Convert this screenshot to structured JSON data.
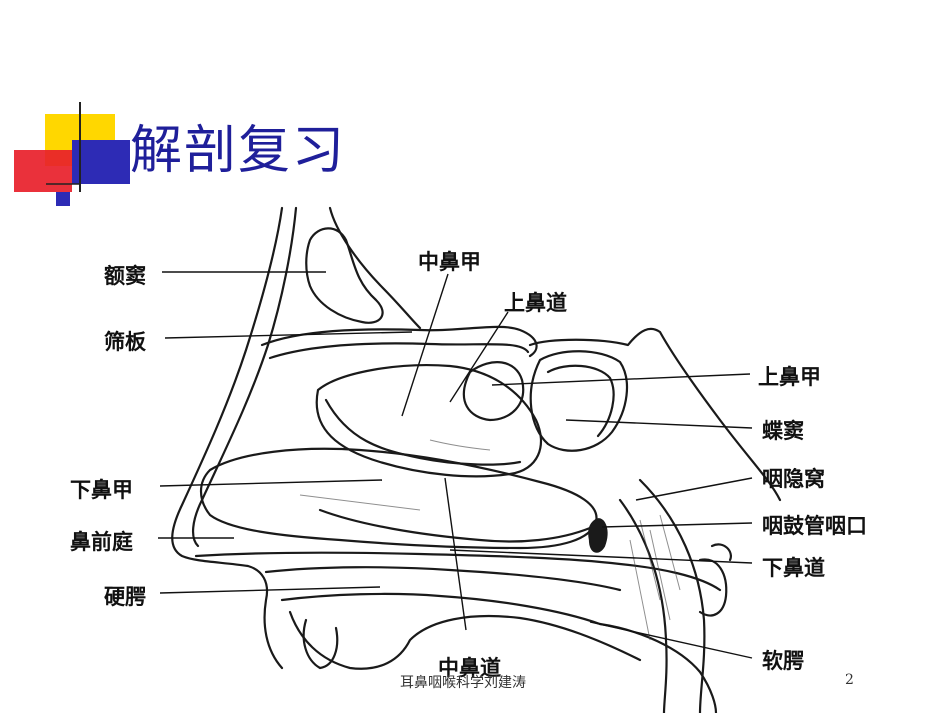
{
  "slide": {
    "title": "解剖复习",
    "footer": "耳鼻咽喉科学刘建涛",
    "page_number": "2"
  },
  "colors": {
    "title": "#1f1f9a",
    "deco_yellow": "#ffd700",
    "deco_red": "#e8202a",
    "deco_blue": "#2d2bb5"
  },
  "diagram": {
    "labels": {
      "frontal_sinus": "额窦",
      "cribriform_plate": "筛板",
      "middle_turbinate": "中鼻甲",
      "superior_meatus": "上鼻道",
      "superior_turbinate": "上鼻甲",
      "sphenoid_sinus": "蝶窦",
      "pharyngeal_recess": "咽隐窝",
      "eustachian_orifice": "咽鼓管咽口",
      "inferior_meatus": "下鼻道",
      "soft_palate": "软腭",
      "middle_meatus": "中鼻道",
      "inferior_turbinate": "下鼻甲",
      "nasal_vestibule": "鼻前庭",
      "hard_palate": "硬腭"
    }
  }
}
